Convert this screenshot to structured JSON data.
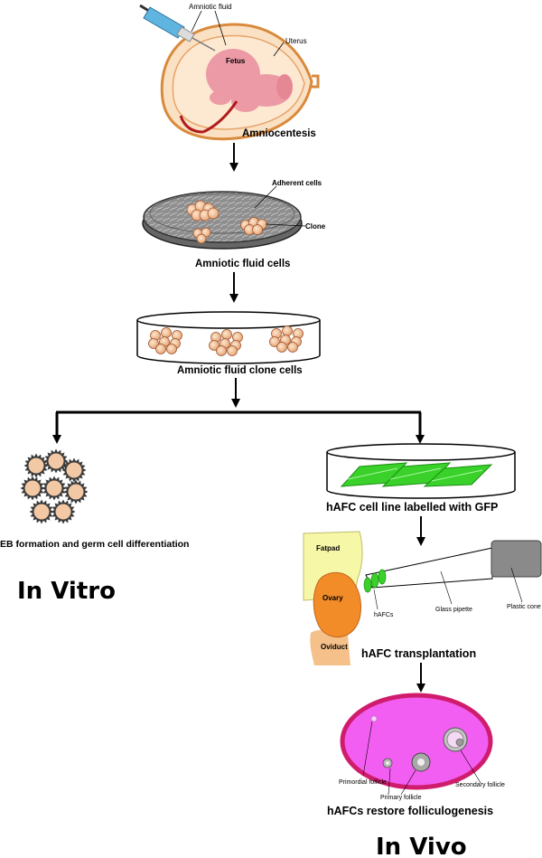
{
  "labels": {
    "amniotic_fluid": "Amniotic fluid",
    "uterus": "Uterus",
    "fetus": "Fetus",
    "amniocentesis": "Amniocentesis",
    "adherent_cells": "Adherent cells",
    "clone": "Clone",
    "amniotic_fluid_cells": "Amniotic fluid cells",
    "amniotic_fluid_clone_cells": "Amniotic fluid clone cells",
    "eb_formation": "EB formation and germ cell differentiation",
    "in_vitro": "In Vitro",
    "hafc_cell_line": "hAFC cell line labelled with GFP",
    "fatpad": "Fatpad",
    "ovary": "Ovary",
    "hafcs": "hAFCs",
    "glass_pipette": "Glass pipette",
    "plastic_cone": "Plastic cone",
    "oviduct": "Oviduct",
    "hafc_transplantation": "hAFC transplantation",
    "primordial_follicle": "Primordial follicle",
    "primary_follicle": "Primary follicle",
    "secondary_follicle": "Secondary follicle",
    "hafcs_restore": "hAFCs restore folliculogenesis",
    "in_vivo": "In Vivo"
  },
  "colors": {
    "uterus_outline": "#d98a3c",
    "uterus_fill": "#fbe1c4",
    "fetus": "#ec9aa5",
    "cord": "#b01c1c",
    "syringe": "#5fb4e0",
    "dish_fill": "#8c8c8c",
    "cell_fill": "#f5c9a0",
    "gfp_green": "#39d12a",
    "fatpad": "#f7f7a8",
    "ovary": "#f28c28",
    "oviduct": "#f5c08a",
    "ovary_section_outline": "#d01c6c",
    "ovary_section_fill": "#f25ef2"
  }
}
